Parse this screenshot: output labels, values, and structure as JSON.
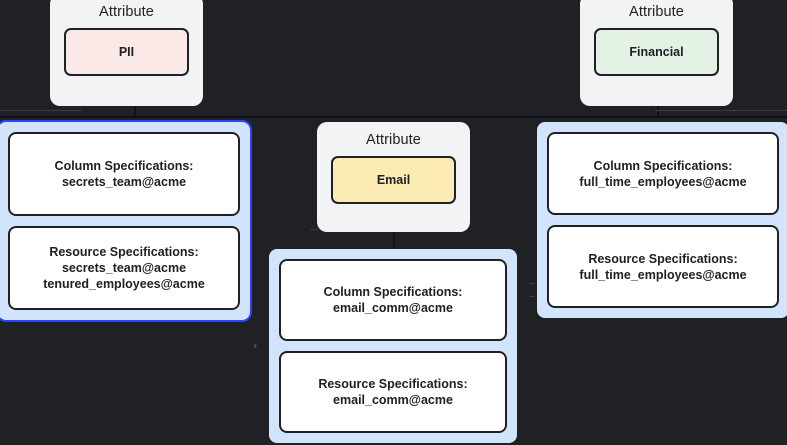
{
  "canvas": {
    "background_color": "#202124",
    "panel_color": "#d2e3fc",
    "panel_border_color": "#202124",
    "selected_border_color": "#2b44ff",
    "box_color": "#ffffff",
    "attribute_card_color": "#f1f3f4"
  },
  "nodes": {
    "attribute_pii": {
      "title": "Attribute",
      "chip_label": "PII",
      "chip_color": "#fbe9e7"
    },
    "attribute_financial": {
      "title": "Attribute",
      "chip_label": "Financial",
      "chip_color": "#e4f2e6"
    },
    "attribute_email": {
      "title": "Attribute",
      "chip_label": "Email",
      "chip_color": "#fcecb3"
    }
  },
  "panels": {
    "secrets_team": {
      "selected": true,
      "column_spec": {
        "heading": "Column Specifications:",
        "items": [
          "secrets_team@acme"
        ]
      },
      "resource_spec": {
        "heading": "Resource Specifications:",
        "items": [
          "secrets_team@acme",
          "tenured_employees@acme"
        ]
      }
    },
    "email_comm": {
      "selected": false,
      "column_spec": {
        "heading": "Column Specifications:",
        "items": [
          "email_comm@acme"
        ]
      },
      "resource_spec": {
        "heading": "Resource Specifications:",
        "items": [
          "email_comm@acme"
        ]
      }
    },
    "full_time_employees": {
      "selected": false,
      "column_spec": {
        "heading": "Column Specifications:",
        "items": [
          "full_time_employees@acme"
        ]
      },
      "resource_spec": {
        "heading": "Resource Specifications:",
        "items": [
          "full_time_employees@acme"
        ]
      }
    }
  },
  "controls": {
    "expand_chevron": "›"
  }
}
